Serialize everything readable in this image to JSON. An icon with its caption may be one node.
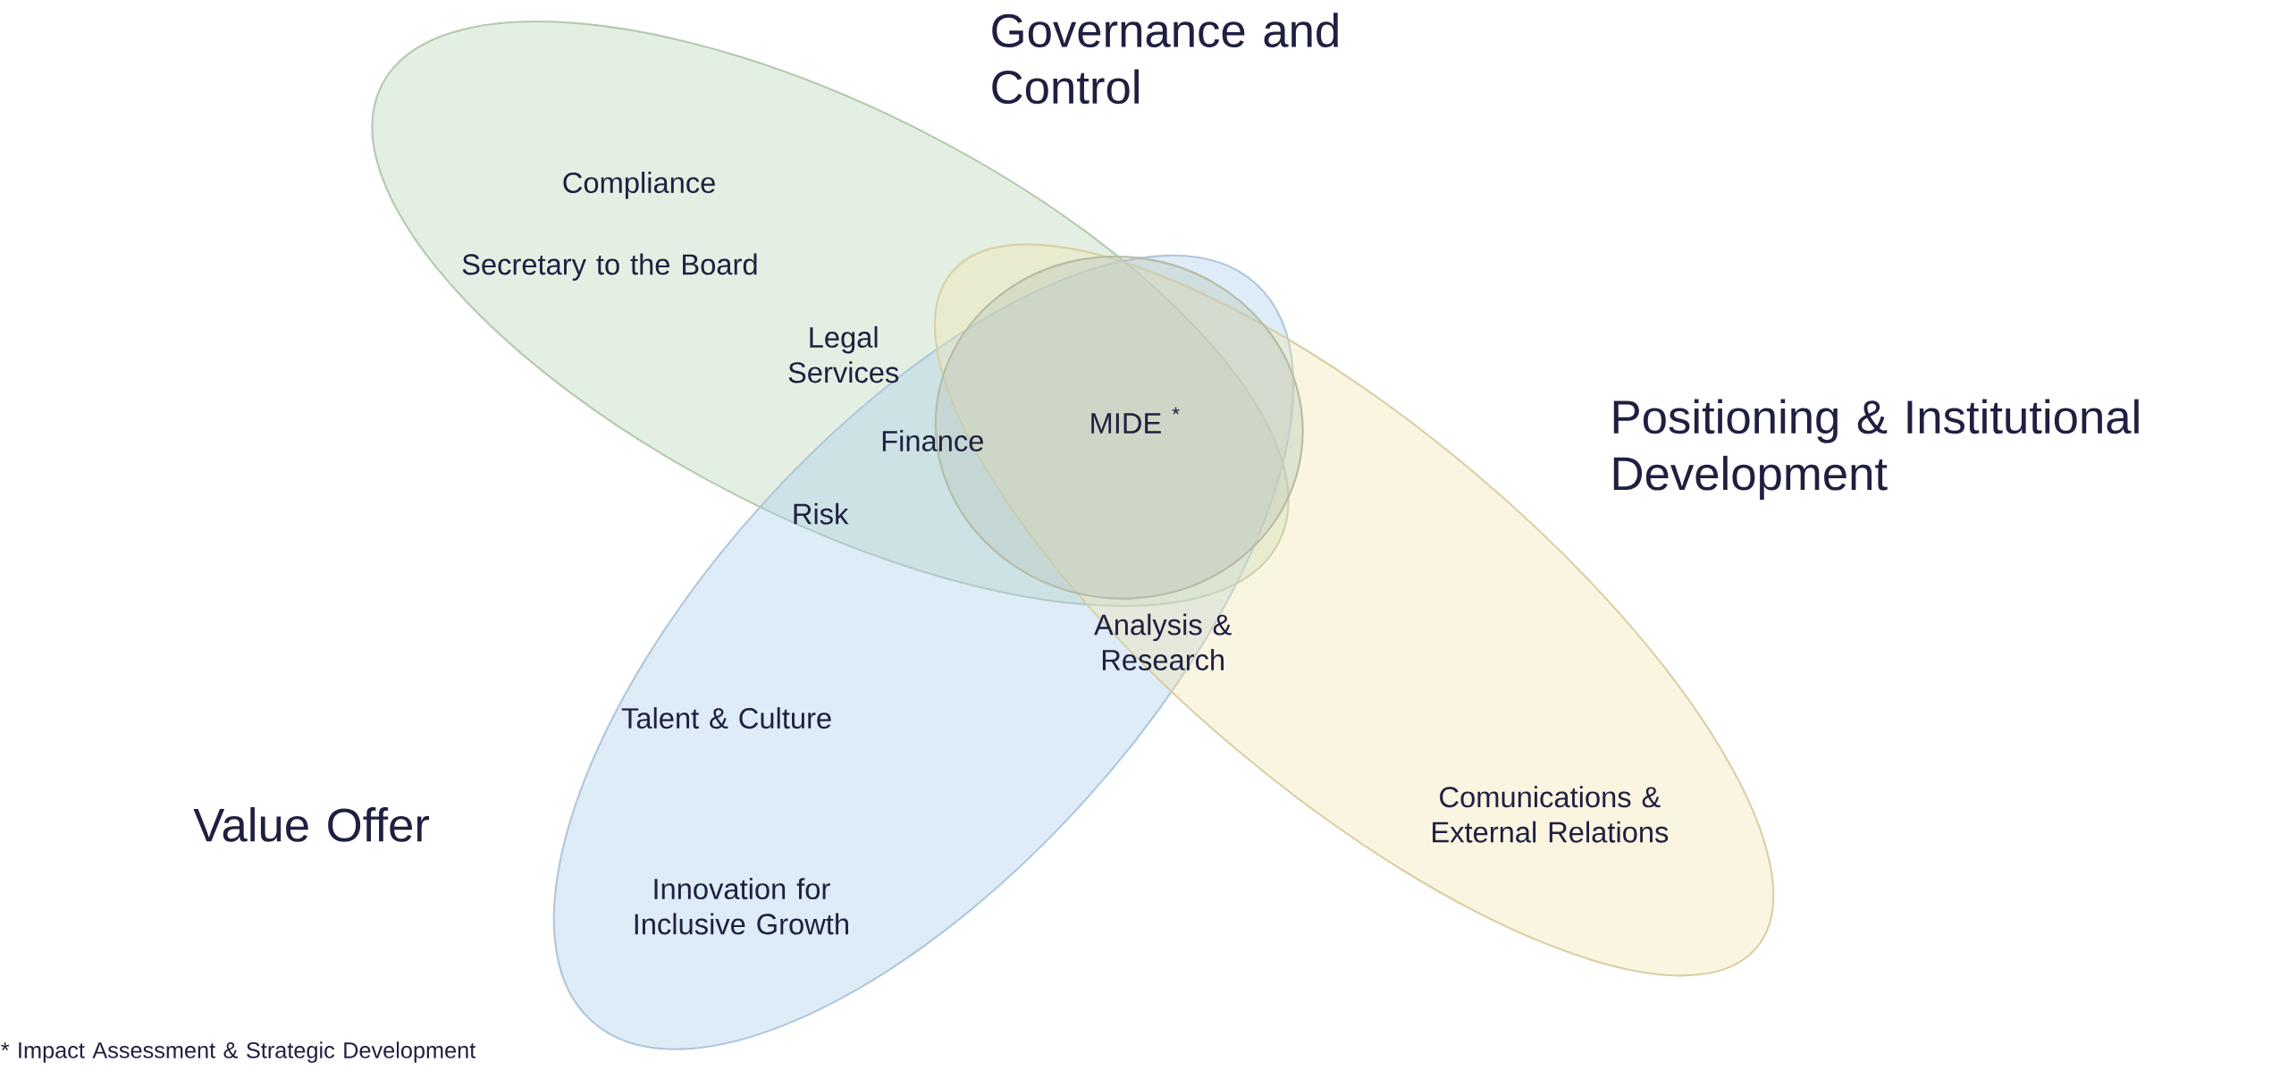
{
  "diagram": {
    "nodes": [
      {
        "text": [
          "Governance and Control"
        ]
      },
      {
        "text": [
          "Value Offer"
        ]
      },
      {
        "text": [
          "Positioning & Institutional Development"
        ]
      },
      {
        "text": [
          "MIDE $^{*}$"
        ]
      }
    ],
    "labels": [
      "Compliance",
      "Secretary to the Board",
      "Legal Services",
      "Finance",
      "Risk",
      "Analysis & Research",
      "Talent & Culture",
      "Innovation for Inclusive Growth",
      "Comunications & External Relations",
      "* Impact Assessment & Strategic Development"
    ]
  }
}
